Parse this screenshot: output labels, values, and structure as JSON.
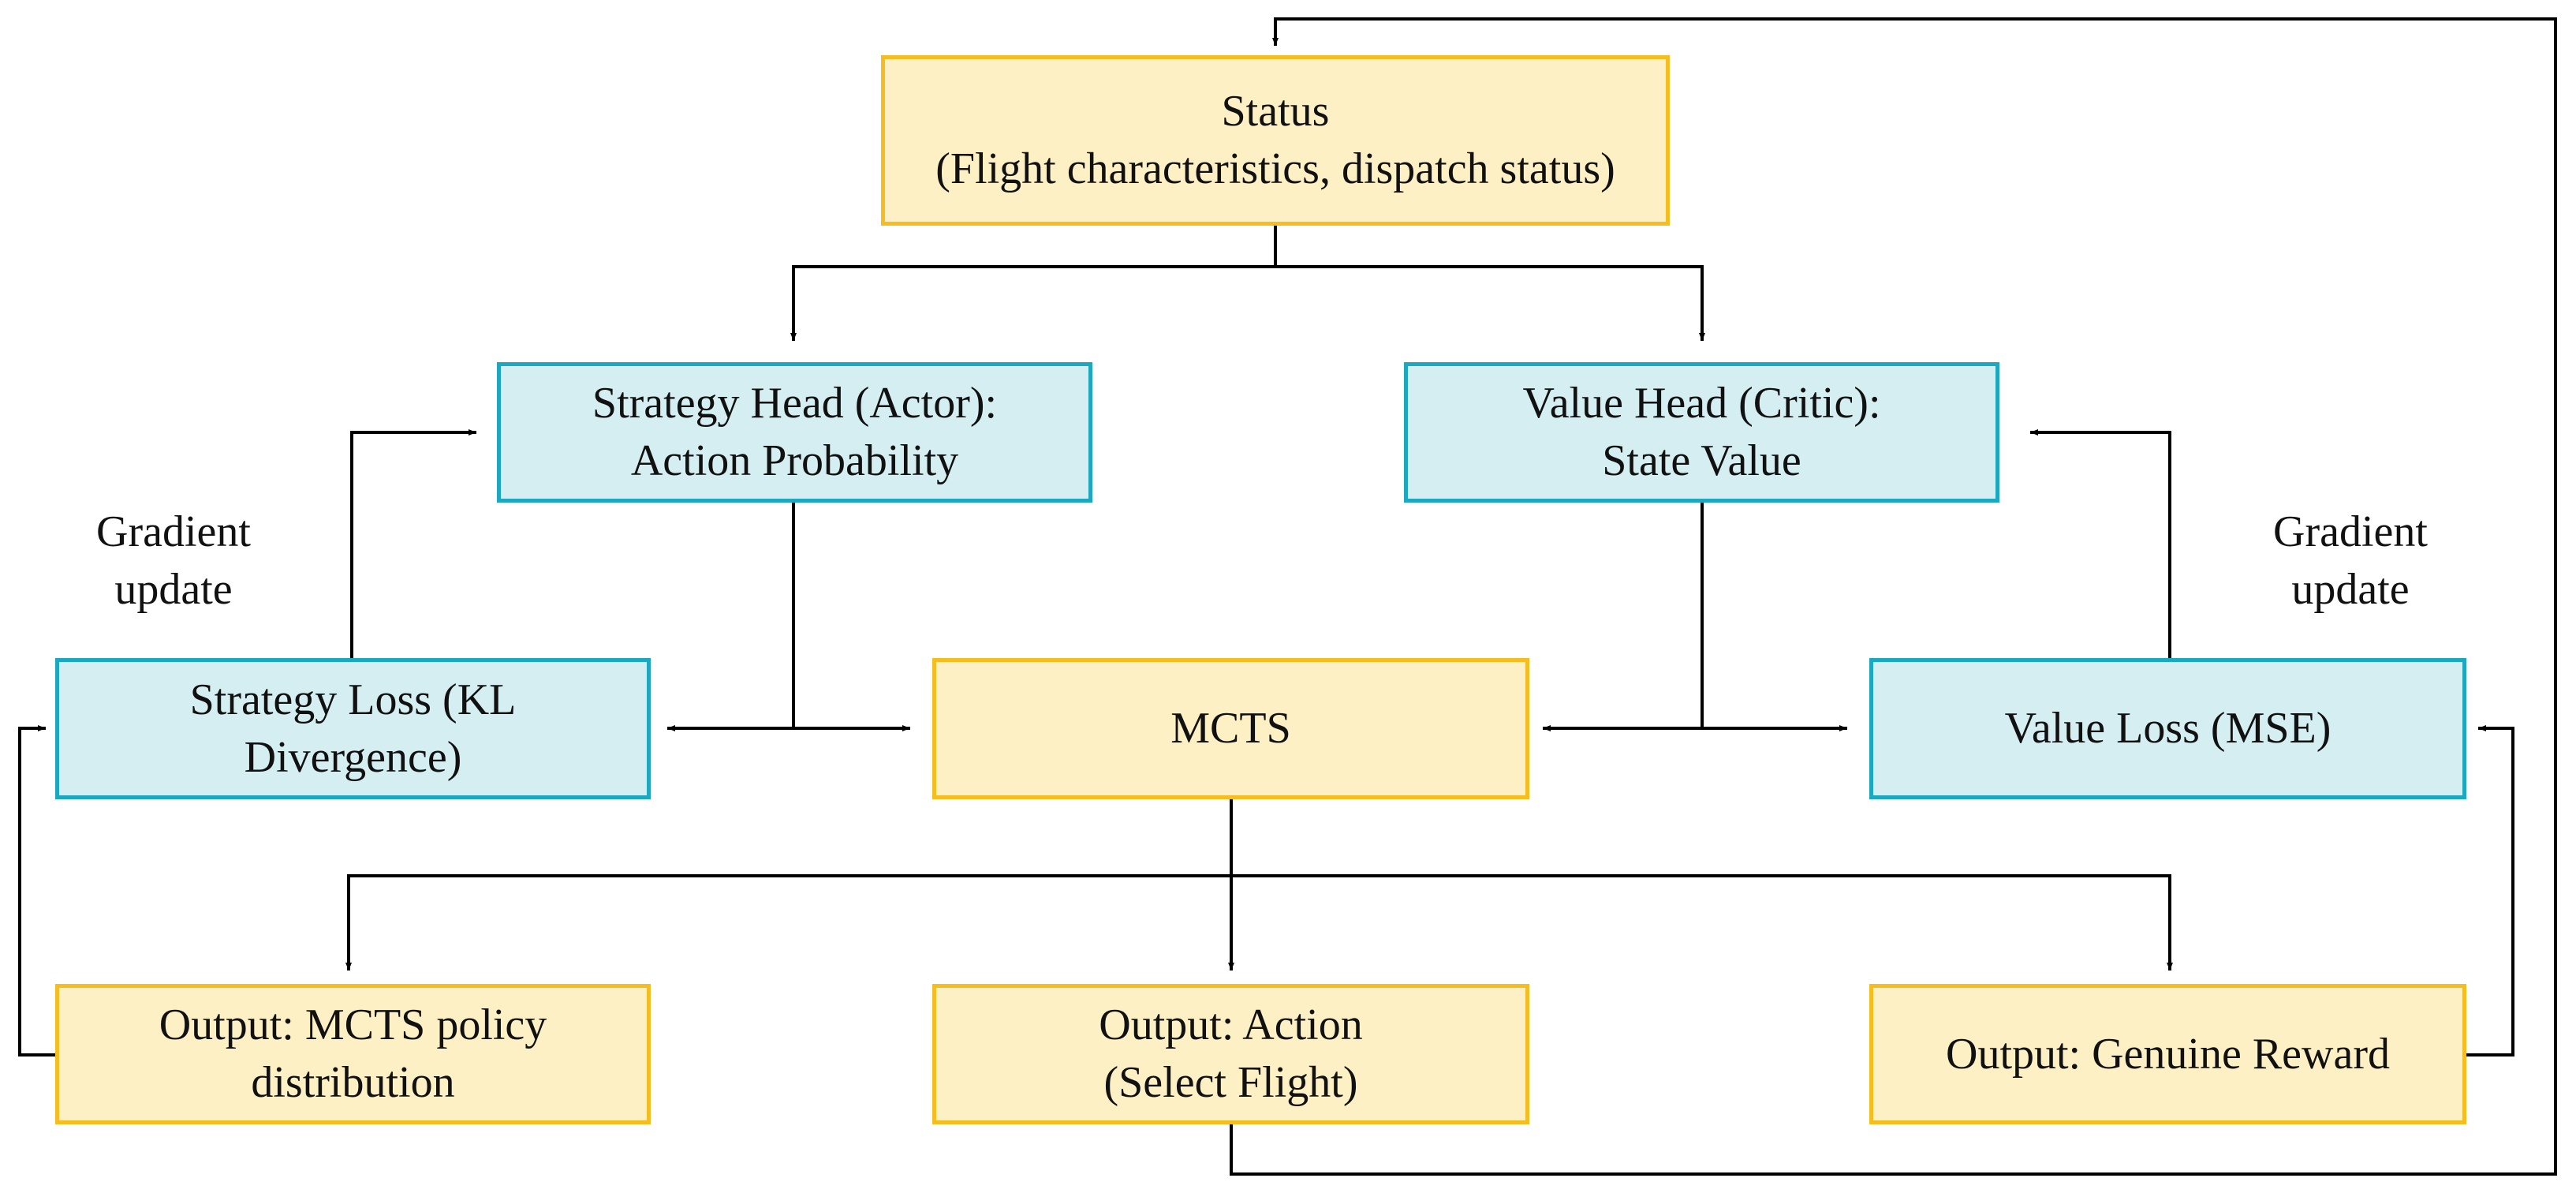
{
  "colors": {
    "yellow_fill": "#fdf0c4",
    "yellow_border": "#f5bd1f",
    "blue_fill": "#d4eef1",
    "blue_border": "#1ba8c0",
    "arrow": "#000000"
  },
  "nodes": {
    "status": {
      "line1": "Status",
      "line2": "(Flight characteristics, dispatch status)"
    },
    "strategy_head": {
      "line1": "Strategy Head (Actor):",
      "line2": "Action Probability"
    },
    "value_head": {
      "line1": "Value Head (Critic):",
      "line2": "State Value"
    },
    "strategy_loss": {
      "line1": "Strategy Loss (KL",
      "line2": "Divergence)"
    },
    "mcts": {
      "line1": "MCTS"
    },
    "value_loss": {
      "line1": "Value Loss (MSE)"
    },
    "output_policy": {
      "line1": "Output: MCTS policy",
      "line2": "distribution"
    },
    "output_action": {
      "line1": "Output: Action",
      "line2": "(Select Flight)"
    },
    "output_reward": {
      "line1": "Output: Genuine Reward"
    }
  },
  "labels": {
    "gradient_left": {
      "line1": "Gradient",
      "line2": "update"
    },
    "gradient_right": {
      "line1": "Gradient",
      "line2": "update"
    }
  }
}
